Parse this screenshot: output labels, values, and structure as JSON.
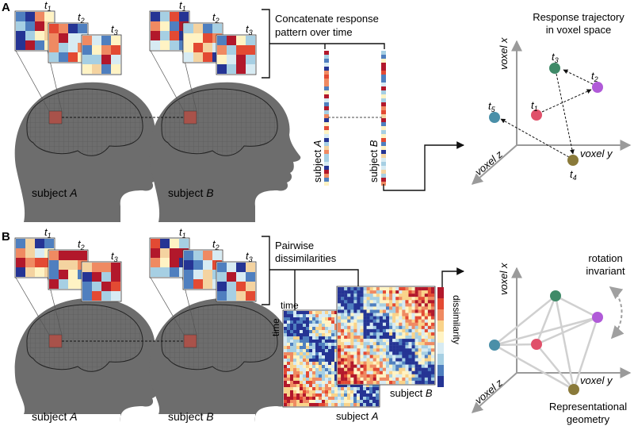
{
  "panel_a": {
    "letter": "A",
    "mat_labels": [
      {
        "base": "t",
        "sub": "1"
      },
      {
        "base": "t",
        "sub": "2"
      },
      {
        "base": "t",
        "sub": "3"
      }
    ],
    "subjects": [
      {
        "prefix": "subject ",
        "name": "A"
      },
      {
        "prefix": "subject ",
        "name": "B"
      }
    ],
    "concat_line1": "Concatenate response",
    "concat_line2": "pattern over time",
    "vector_labels": [
      {
        "prefix": "subject ",
        "name": "A"
      },
      {
        "prefix": "subject ",
        "name": "B"
      }
    ],
    "traj_title_line1": "Response trajectory",
    "traj_title_line2": "in voxel space",
    "axes": {
      "x": "voxel x",
      "y": "voxel y",
      "z": "voxel z"
    },
    "traj_points": [
      {
        "base": "t",
        "sub": "1",
        "color": "#e0506a"
      },
      {
        "base": "t",
        "sub": "2",
        "color": "#b05ad8"
      },
      {
        "base": "t",
        "sub": "3",
        "color": "#3f8a68"
      },
      {
        "base": "t",
        "sub": "4",
        "color": "#8a7a3a"
      },
      {
        "base": "t",
        "sub": "5",
        "color": "#4a8fa8"
      }
    ]
  },
  "panel_b": {
    "letter": "B",
    "mat_labels": [
      {
        "base": "t",
        "sub": "1"
      },
      {
        "base": "t",
        "sub": "2"
      },
      {
        "base": "t",
        "sub": "3"
      }
    ],
    "subjects": [
      {
        "prefix": "subject ",
        "name": "A"
      },
      {
        "prefix": "subject ",
        "name": "B"
      }
    ],
    "pairwise_line1": "Pairwise",
    "pairwise_line2": "dissimilarities",
    "rdm_time_top": "time",
    "rdm_time_side": "time",
    "rdm_subject_a": {
      "prefix": "subject ",
      "name": "A"
    },
    "rdm_subject_b": {
      "prefix": "subject ",
      "name": "B"
    },
    "colorbar_label": "dissimilarity",
    "rotation_line1": "rotation",
    "rotation_line2": "invariant",
    "geometry_line1": "Representational",
    "geometry_line2": "geometry",
    "axes": {
      "x": "voxel x",
      "y": "voxel y",
      "z": "voxel z"
    }
  },
  "colors": {
    "head": "#6d6d6d",
    "brain_roi": "#a9524a",
    "dot_green": "#3f8a68",
    "dot_purple": "#b05ad8",
    "dot_pink": "#e0506a",
    "dot_teal": "#4a8fa8",
    "dot_olive": "#8a7a3a",
    "red": "#b2182b",
    "orange": "#ef8a62",
    "yellow": "#fff3c4",
    "lightblue": "#a6cfe3",
    "blue": "#4f7fbf",
    "navy": "#253494"
  }
}
